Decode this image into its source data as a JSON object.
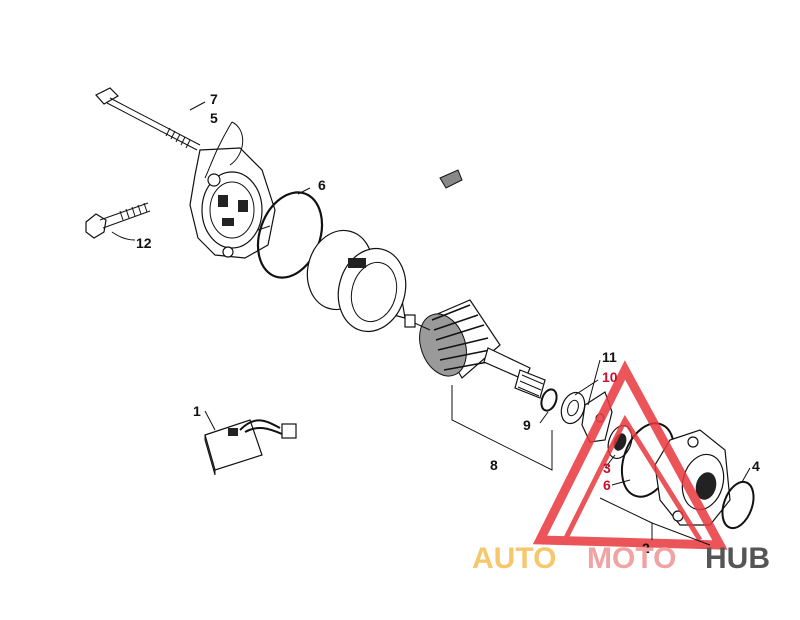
{
  "callouts": {
    "c1": "1",
    "c2": "2",
    "c3": "3",
    "c4": "4",
    "c5": "5",
    "c6": "6",
    "c6b": "6",
    "c7": "7",
    "c8": "8",
    "c9": "9",
    "c10": "10",
    "c11": "11",
    "c12": "12"
  },
  "watermark": {
    "auto": "AUTO",
    "moto": "MOTO",
    "hub": "HUB",
    "colors": {
      "auto": "#f6c86b",
      "moto": "#f1a3a3",
      "hub": "#555555",
      "triangle": "#e8383d"
    }
  }
}
